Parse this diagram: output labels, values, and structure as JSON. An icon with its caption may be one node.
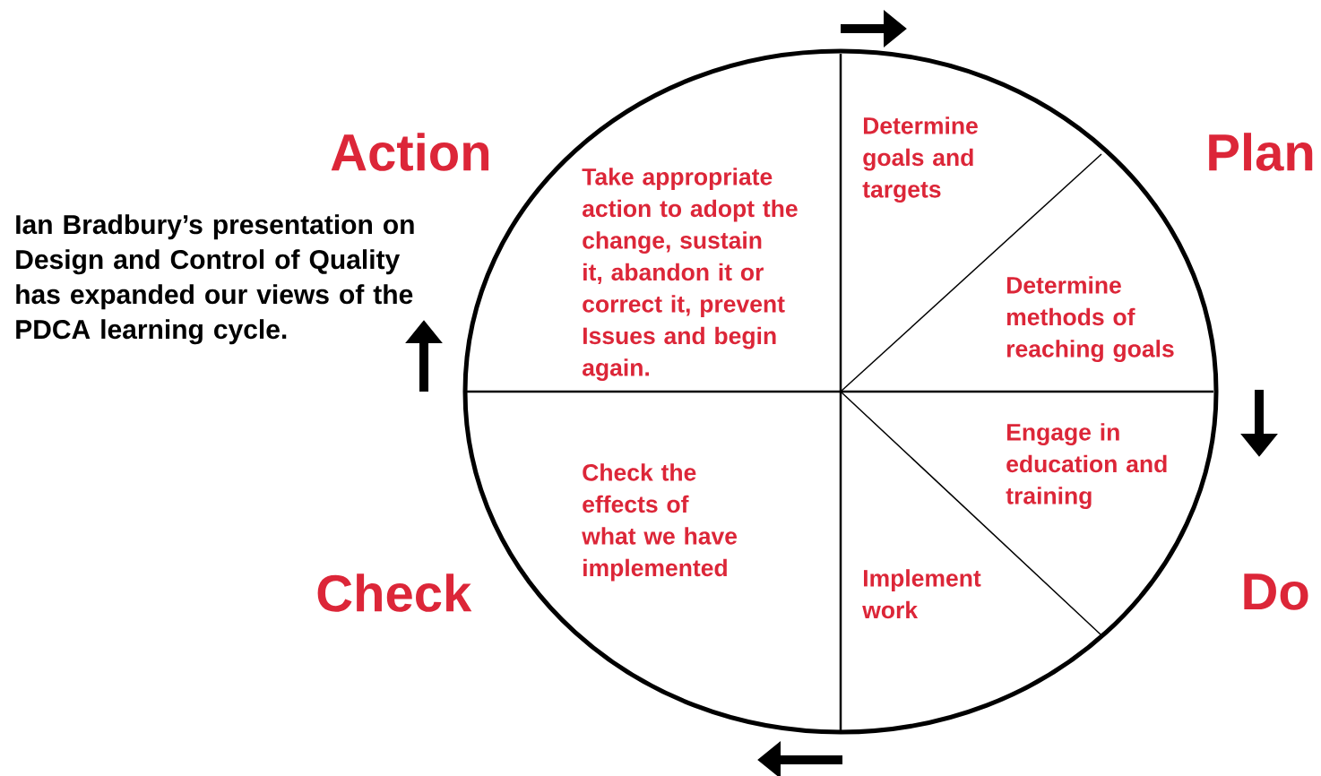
{
  "diagram": {
    "nodes": [
      {
        "text": [],
        "shape": "circle"
      },
      {
        "text": [
          "Determine goals and targets"
        ],
        "in": 0
      },
      {
        "text": [
          "Determine methods of reaching goals"
        ],
        "in": 0
      },
      {
        "text": [
          "Take appropriate action to adopt the change, sustain it, abandon it or correct it, prevent Issues and begin again."
        ],
        "in": 0
      },
      {
        "text": [
          "Engage in education and training"
        ],
        "in": 0
      },
      {
        "text": [
          "Implement work"
        ],
        "in": 0
      },
      {
        "text": [
          "Check the effects of what we have implemented"
        ],
        "in": 0
      }
    ],
    "labels": [
      "Action",
      "Plan",
      "Ian Bradbury’s presentation on Design and Control of Quality has expanded our views of the PDCA learning cycle.",
      "Check",
      "Do"
    ]
  }
}
